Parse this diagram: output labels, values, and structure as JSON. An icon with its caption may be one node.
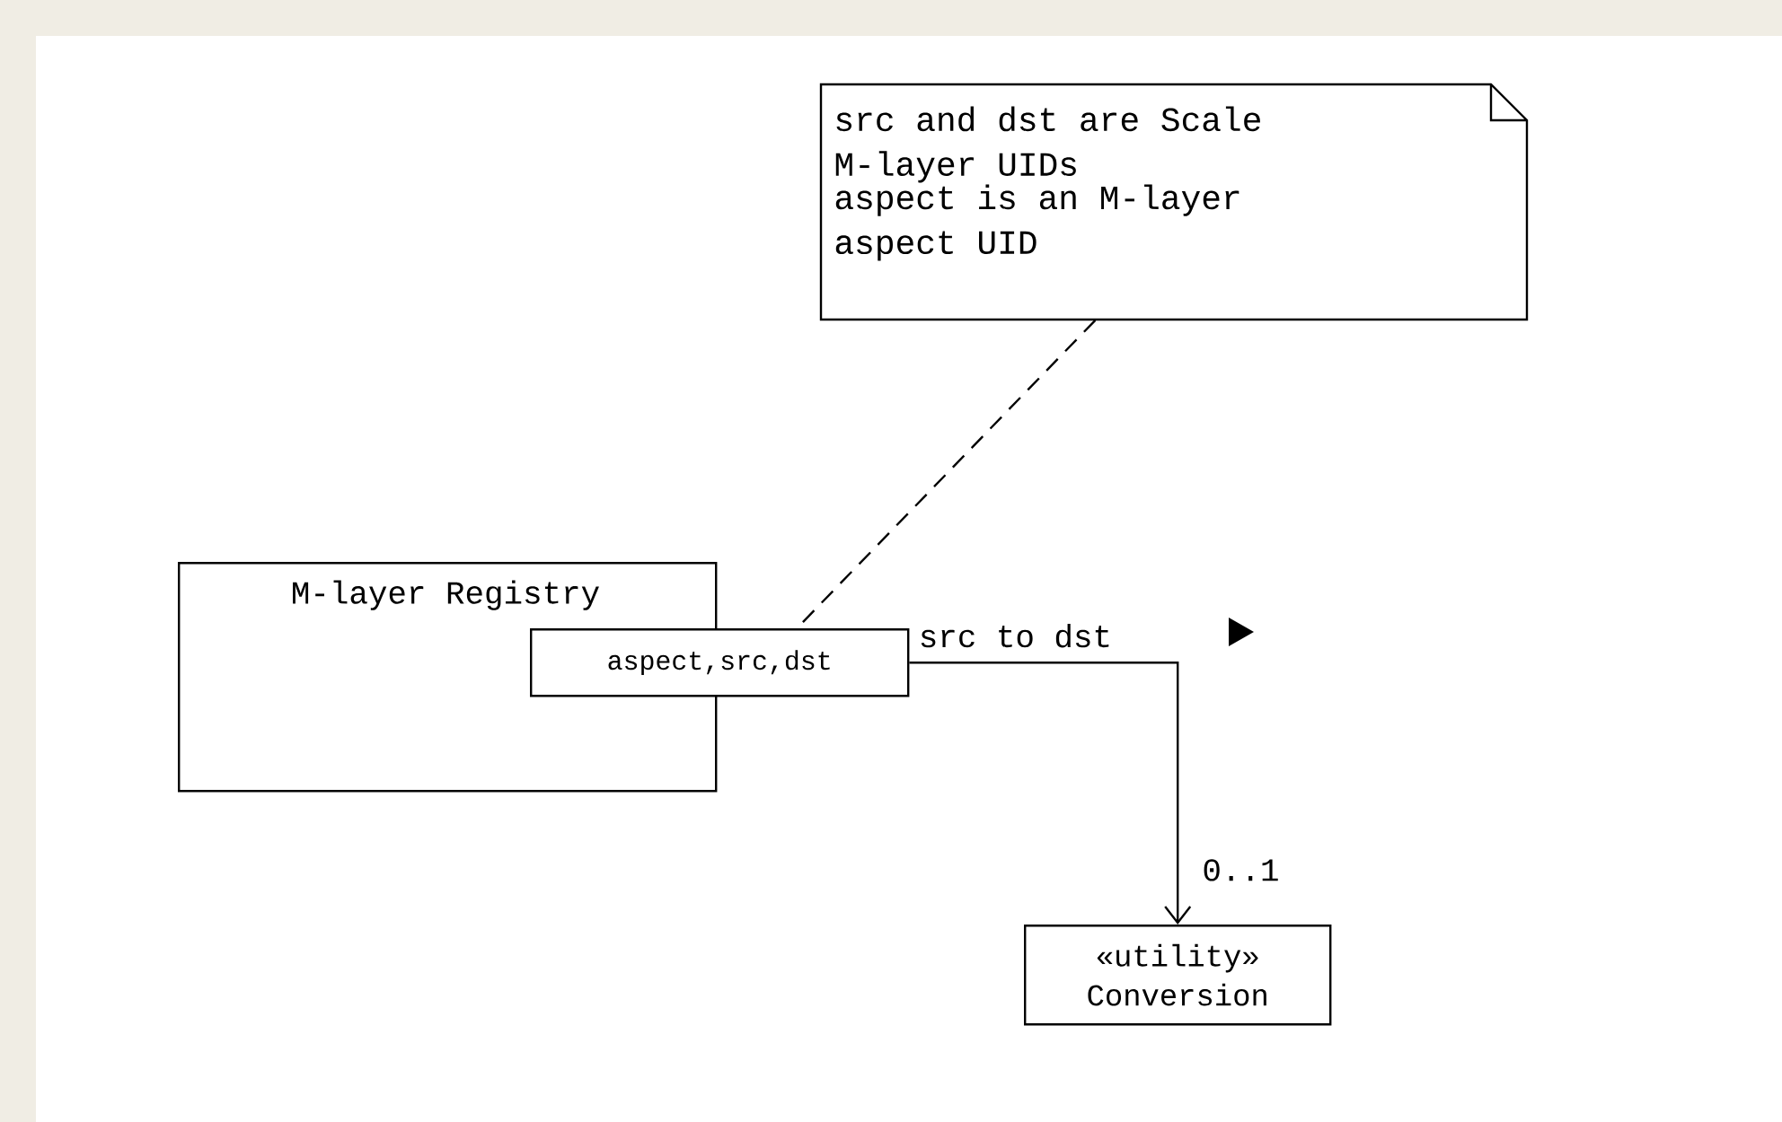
{
  "diagram": {
    "nodes": [
      {
        "text": [
          "src and dst are Scale M-layer UIDs",
          "aspect is an M-layer aspect UID"
        ]
      },
      {
        "text": [
          "M-layer Registry"
        ]
      },
      {
        "text": [
          "aspect,src,dst"
        ]
      },
      {
        "text": [
          "«utility»",
          "Conversion"
        ]
      }
    ],
    "edges": [
      {
        "from": 0,
        "to": 2,
        "arrow": "none",
        "style": "dashed"
      },
      {
        "from": 2,
        "to": 3,
        "arrow": "to",
        "label": "src to dst"
      }
    ],
    "labels": [
      "0..1"
    ]
  }
}
